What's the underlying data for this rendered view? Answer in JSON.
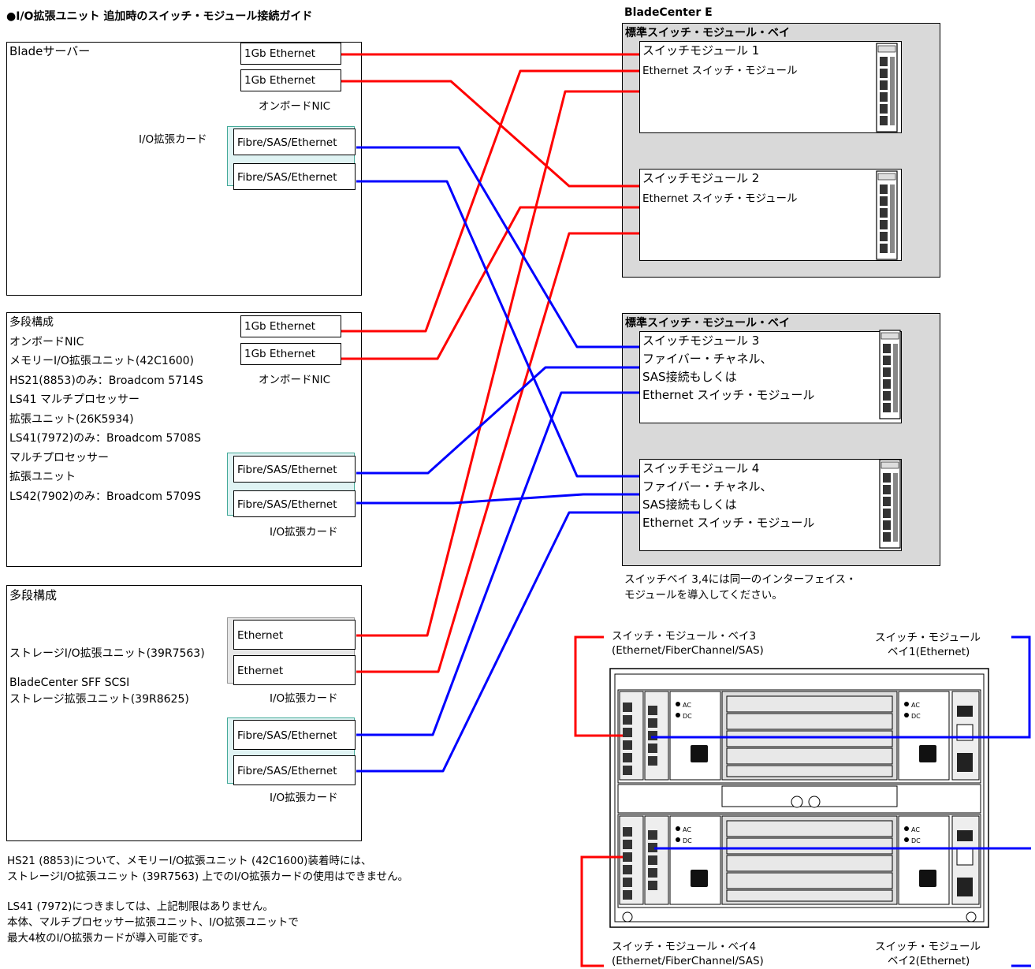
{
  "title": "●I/O拡張ユニット 追加時のスイッチ・モジュール接続ガイド",
  "bladecenter_title": "BladeCenter E",
  "colors": {
    "red": "#ff0000",
    "blue": "#0000ff",
    "bay_gray": "#d9d9d9",
    "card_teal": "#dff3f3"
  },
  "blade": {
    "label": "Bladeサーバー",
    "onboard_ports": [
      "1Gb Ethernet",
      "1Gb Ethernet"
    ],
    "onboard_caption": "オンボードNIC",
    "io_card_label": "I/O拡張カード",
    "card_ports": [
      "Fibre/SAS/Ethernet",
      "Fibre/SAS/Ethernet"
    ]
  },
  "multi1": {
    "lines": [
      "多段構成",
      "オンボードNIC",
      "メモリーI/O拡張ユニット(42C1600)",
      "HS21(8853)のみ：Broadcom 5714S",
      "LS41 マルチプロセッサー",
      "拡張ユニット(26K5934)",
      "LS41(7972)のみ：Broadcom 5708S",
      "マルチプロセッサー",
      "拡張ユニット",
      "LS42(7902)のみ：Broadcom 5709S"
    ],
    "onboard_ports": [
      "1Gb Ethernet",
      "1Gb Ethernet"
    ],
    "onboard_caption": "オンボードNIC",
    "card_ports": [
      "Fibre/SAS/Ethernet",
      "Fibre/SAS/Ethernet"
    ],
    "card_caption": "I/O拡張カード"
  },
  "multi2": {
    "header": "多段構成",
    "storage_label": "ストレージI/O拡張ユニット(39R7563)",
    "sff_label_1": "BladeCenter SFF SCSI",
    "sff_label_2": "ストレージ拡張ユニット(39R8625)",
    "eth_ports": [
      "Ethernet",
      "Ethernet"
    ],
    "eth_caption": "I/O拡張カード",
    "card_ports": [
      "Fibre/SAS/Ethernet",
      "Fibre/SAS/Ethernet"
    ],
    "card_caption": "I/O拡張カード"
  },
  "bay_top": {
    "label": "標準スイッチ・モジュール・ベイ",
    "modules": [
      {
        "name": "スイッチモジュール 1",
        "desc": [
          "Ethernet スイッチ・モジュール"
        ]
      },
      {
        "name": "スイッチモジュール 2",
        "desc": [
          "Ethernet スイッチ・モジュール"
        ]
      }
    ]
  },
  "bay_bottom": {
    "label": "標準スイッチ・モジュール・ベイ",
    "modules": [
      {
        "name": "スイッチモジュール 3",
        "desc": [
          "ファイバー・チャネル、",
          "SAS接続もしくは",
          "Ethernet スイッチ・モジュール"
        ]
      },
      {
        "name": "スイッチモジュール 4",
        "desc": [
          "ファイバー・チャネル、",
          "SAS接続もしくは",
          "Ethernet スイッチ・モジュール"
        ]
      }
    ],
    "note": [
      "スイッチベイ 3,4には同一のインターフェイス・",
      "モジュールを導入してください。"
    ]
  },
  "chassis": {
    "bay3_label": [
      "スイッチ・モジュール・ベイ3",
      "(Ethernet/FiberChannel/SAS)"
    ],
    "bay1_label": [
      "スイッチ・モジュール",
      "ベイ1(Ethernet)"
    ],
    "bay4_label": [
      "スイッチ・モジュール・ベイ4",
      "(Ethernet/FiberChannel/SAS)"
    ],
    "bay2_label": [
      "スイッチ・モジュール",
      "ベイ2(Ethernet)"
    ],
    "psu_ac": "AC",
    "psu_dc": "DC"
  },
  "footnotes": [
    "HS21 (8853)について、メモリーI/O拡張ユニット (42C1600)装着時には、",
    "ストレージI/O拡張ユニット (39R7563) 上でのI/O拡張カードの使用はできません。",
    "LS41 (7972)につきましては、上記制限はありません。",
    "本体、マルチプロセッサー拡張ユニット、I/O拡張ユニットで",
    "最大4枚のI/O拡張カードが導入可能です。"
  ]
}
